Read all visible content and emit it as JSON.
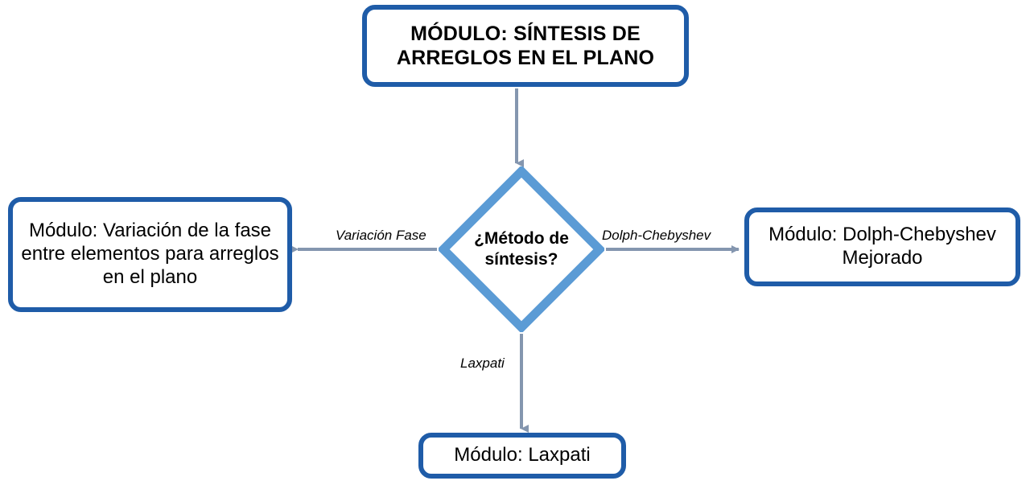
{
  "diagram": {
    "title_node": {
      "label": "MÓDULO: SÍNTESIS DE ARREGLOS EN EL PLANO"
    },
    "decision_node": {
      "label": "¿Método de síntesis?"
    },
    "branches": [
      {
        "edge_label": "Variación Fase",
        "target_label": "Módulo: Variación de la fase entre elementos para arreglos en el plano",
        "direction": "left"
      },
      {
        "edge_label": "Dolph-Chebyshev",
        "target_label": "Módulo: Dolph-Chebyshev Mejorado",
        "direction": "right"
      },
      {
        "edge_label": "Laxpati",
        "target_label": "Módulo: Laxpati",
        "direction": "down"
      }
    ],
    "colors": {
      "box_border": "#1F5CA8",
      "diamond_border": "#5B9BD5",
      "connector": "#8496AF",
      "background": "#FFFFFF",
      "text": "#000000"
    }
  }
}
